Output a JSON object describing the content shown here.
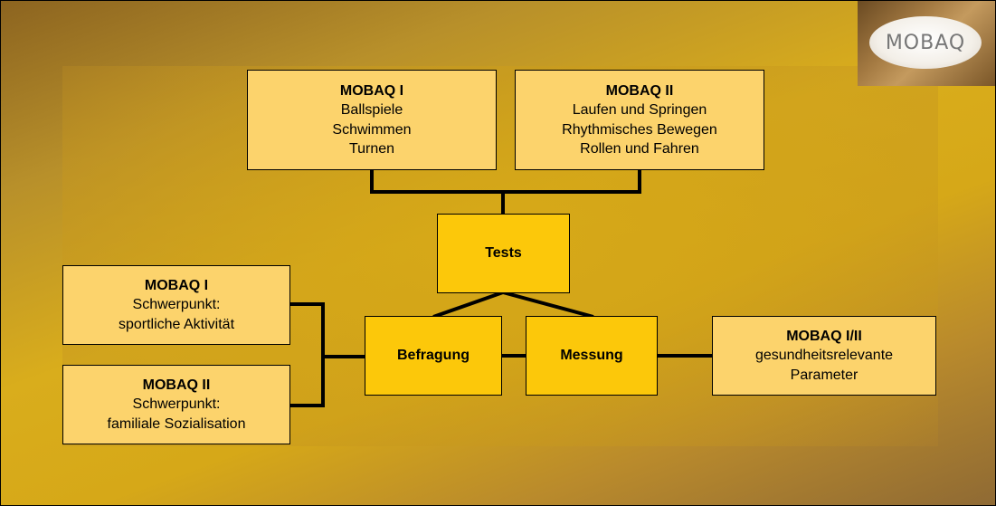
{
  "logo": {
    "text": "MOBAQ"
  },
  "boxes": {
    "top_left": {
      "title": "MOBAQ I",
      "lines": [
        "Ballspiele",
        "Schwimmen",
        "Turnen"
      ]
    },
    "top_right": {
      "title": "MOBAQ II",
      "lines": [
        "Laufen und Springen",
        "Rhythmisches Bewegen",
        "Rollen und Fahren"
      ]
    },
    "tests": {
      "title": "Tests"
    },
    "left_upper": {
      "title": "MOBAQ I",
      "lines": [
        "Schwerpunkt:",
        "sportliche Aktivität"
      ]
    },
    "left_lower": {
      "title": "MOBAQ II",
      "lines": [
        "Schwerpunkt:",
        "familiale Sozialisation"
      ]
    },
    "befragung": {
      "title": "Befragung"
    },
    "messung": {
      "title": "Messung"
    },
    "right": {
      "title": "MOBAQ I/II",
      "lines": [
        "gesundheitsrelevante",
        "Parameter"
      ]
    }
  },
  "colors": {
    "box_light": "#fcd36c",
    "box_bright": "#fcc80a",
    "connector": "#000000"
  }
}
